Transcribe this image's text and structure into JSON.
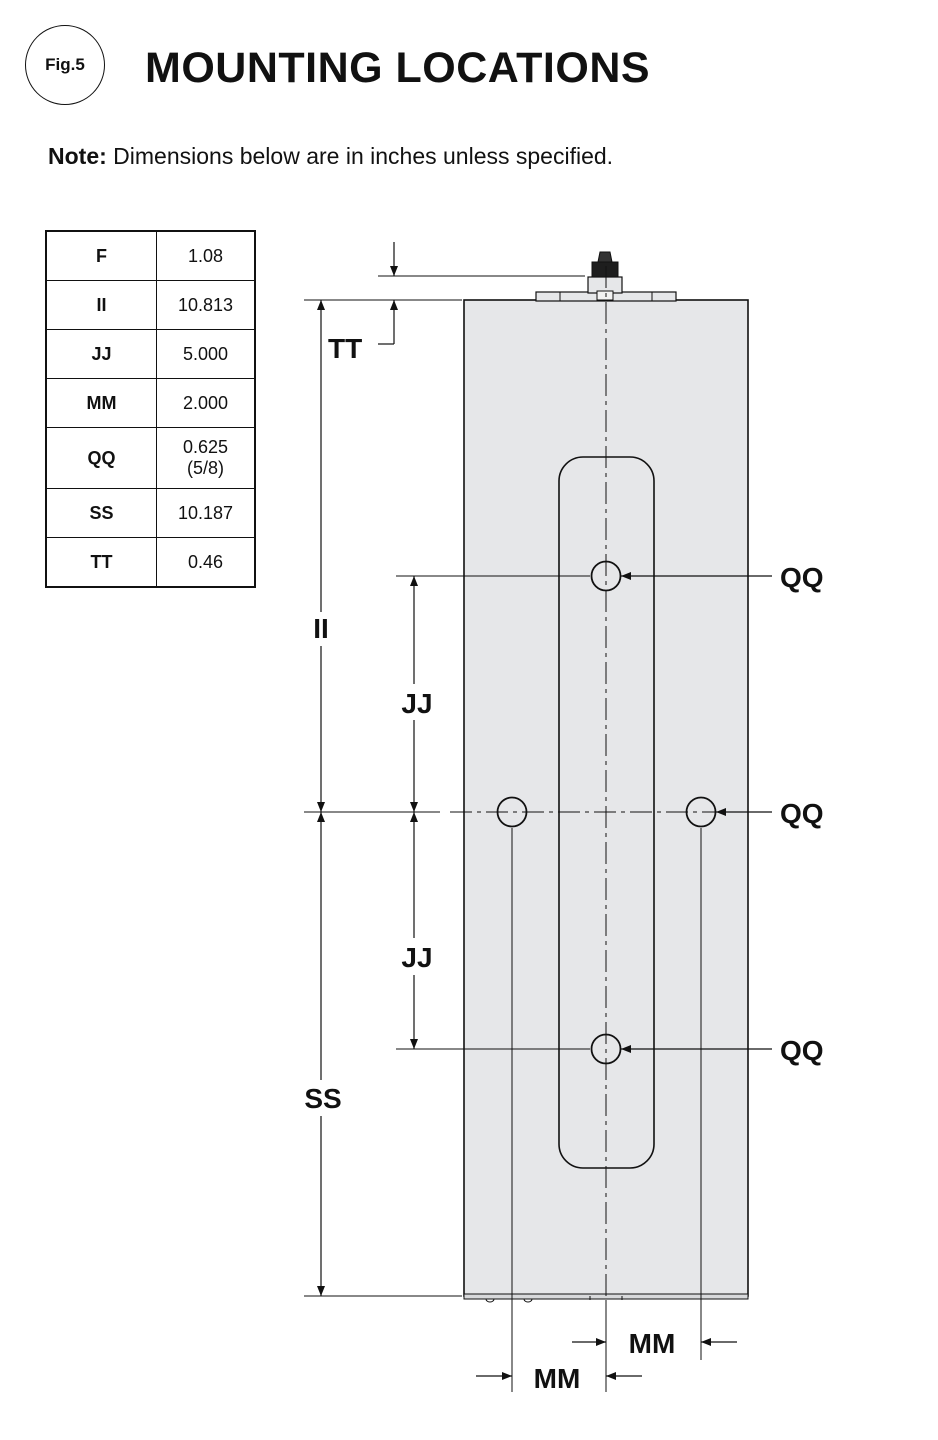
{
  "header": {
    "badge": "Fig.5",
    "title": "MOUNTING LOCATIONS"
  },
  "note": {
    "label": "Note:",
    "text": "Dimensions below are in inches unless specified."
  },
  "table": [
    {
      "key": "F",
      "value": "1.08"
    },
    {
      "key": "II",
      "value": "10.813"
    },
    {
      "key": "JJ",
      "value": "5.000"
    },
    {
      "key": "MM",
      "value": "2.000"
    },
    {
      "key": "QQ",
      "value": "0.625",
      "value2": "(5/8)"
    },
    {
      "key": "SS",
      "value": "10.187"
    },
    {
      "key": "TT",
      "value": "0.46"
    }
  ],
  "diagram": {
    "labels": {
      "tt": "TT",
      "ii": "II",
      "jj_upper": "JJ",
      "jj_lower": "JJ",
      "ss": "SS",
      "qq_top": "QQ",
      "qq_middle": "QQ",
      "qq_bottom": "QQ",
      "mm_right": "MM",
      "mm_left": "MM"
    },
    "colors": {
      "body_fill": "#e6e7e9",
      "line": "#111111"
    }
  }
}
